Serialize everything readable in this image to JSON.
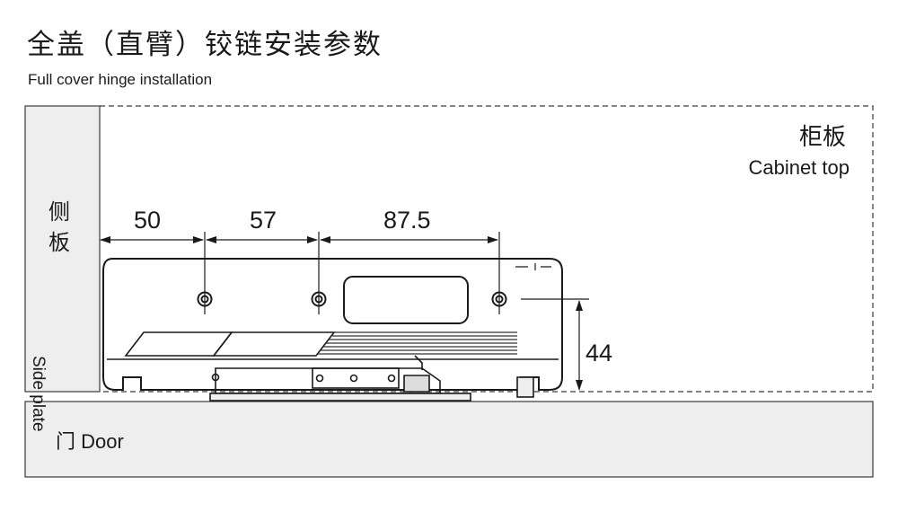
{
  "header": {
    "title": "全盖（直臂）铰链安装参数",
    "subtitle": "Full cover hinge installation"
  },
  "side_plate": {
    "label_cn_1": "侧",
    "label_cn_2": "板",
    "label_en": "Side plate"
  },
  "cabinet_top": {
    "label_cn": "柜板",
    "label_en": "Cabinet top"
  },
  "door": {
    "label": "门 Door"
  },
  "dimensions": {
    "d1": "50",
    "d2": "57",
    "d3": "87.5",
    "d4": "44"
  },
  "colors": {
    "line": "#1a1a1a",
    "panel_fill": "#eeeeee",
    "stroke": "#3a3a3a"
  }
}
